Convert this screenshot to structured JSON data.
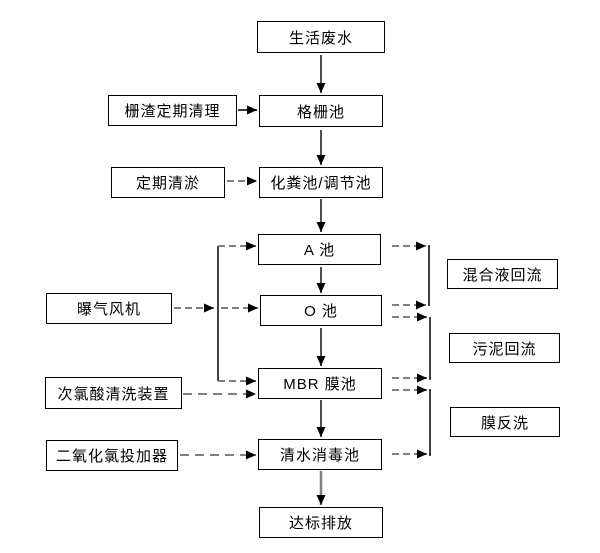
{
  "diagram": {
    "type": "flowchart",
    "subject": "wastewater treatment process",
    "colors": {
      "background": "#ffffff",
      "box_border": "#000000",
      "text": "#000000",
      "solid_line": "#000000",
      "dashed_line": "#7f7f7f",
      "arrowhead": "#000000"
    },
    "nodes": {
      "domestic_wastewater": "生活废水",
      "grid_residue_cleanup": "栅渣定期清理",
      "screen_tank": "格栅池",
      "periodic_dredging": "定期清淤",
      "septic_regulating_tank": "化粪池/调节池",
      "tank_a": "A 池",
      "aeration_blower": "曝气风机",
      "tank_o": "O 池",
      "hypochlorite_cleaning": "次氯酸清洗装置",
      "mbr_tank": "MBR 膜池",
      "chlorine_dioxide_doser": "二氧化氯投加器",
      "clean_water_disinfection": "清水消毒池",
      "standard_discharge": "达标排放",
      "mixed_liquor_return": "混合液回流",
      "sludge_return": "污泥回流",
      "membrane_backwash": "膜反洗"
    },
    "edges": [
      {
        "from": "domestic_wastewater",
        "to": "screen_tank",
        "style": "solid"
      },
      {
        "from": "grid_residue_cleanup",
        "to": "screen_tank",
        "style": "solid"
      },
      {
        "from": "screen_tank",
        "to": "septic_regulating_tank",
        "style": "solid"
      },
      {
        "from": "periodic_dredging",
        "to": "septic_regulating_tank",
        "style": "dashed"
      },
      {
        "from": "septic_regulating_tank",
        "to": "tank_a",
        "style": "solid"
      },
      {
        "from": "tank_a",
        "to": "tank_o",
        "style": "solid"
      },
      {
        "from": "tank_o",
        "to": "mbr_tank",
        "style": "solid"
      },
      {
        "from": "mbr_tank",
        "to": "clean_water_disinfection",
        "style": "solid"
      },
      {
        "from": "clean_water_disinfection",
        "to": "standard_discharge",
        "style": "solid"
      },
      {
        "from": "aeration_blower",
        "to": "tank_a",
        "style": "dashed"
      },
      {
        "from": "aeration_blower",
        "to": "tank_o",
        "style": "dashed"
      },
      {
        "from": "aeration_blower",
        "to": "mbr_tank",
        "style": "dashed"
      },
      {
        "from": "hypochlorite_cleaning",
        "to": "mbr_tank",
        "style": "dashed"
      },
      {
        "from": "chlorine_dioxide_doser",
        "to": "clean_water_disinfection",
        "style": "dashed"
      },
      {
        "from": "tank_a",
        "to": "mixed_liquor_return",
        "style": "dashed"
      },
      {
        "from": "tank_o",
        "to": "mixed_liquor_return",
        "style": "dashed"
      },
      {
        "from": "tank_o",
        "to": "sludge_return",
        "style": "dashed"
      },
      {
        "from": "mbr_tank",
        "to": "sludge_return",
        "style": "dashed"
      },
      {
        "from": "mbr_tank",
        "to": "membrane_backwash",
        "style": "dashed"
      },
      {
        "from": "clean_water_disinfection",
        "to": "membrane_backwash",
        "style": "dashed"
      }
    ]
  }
}
